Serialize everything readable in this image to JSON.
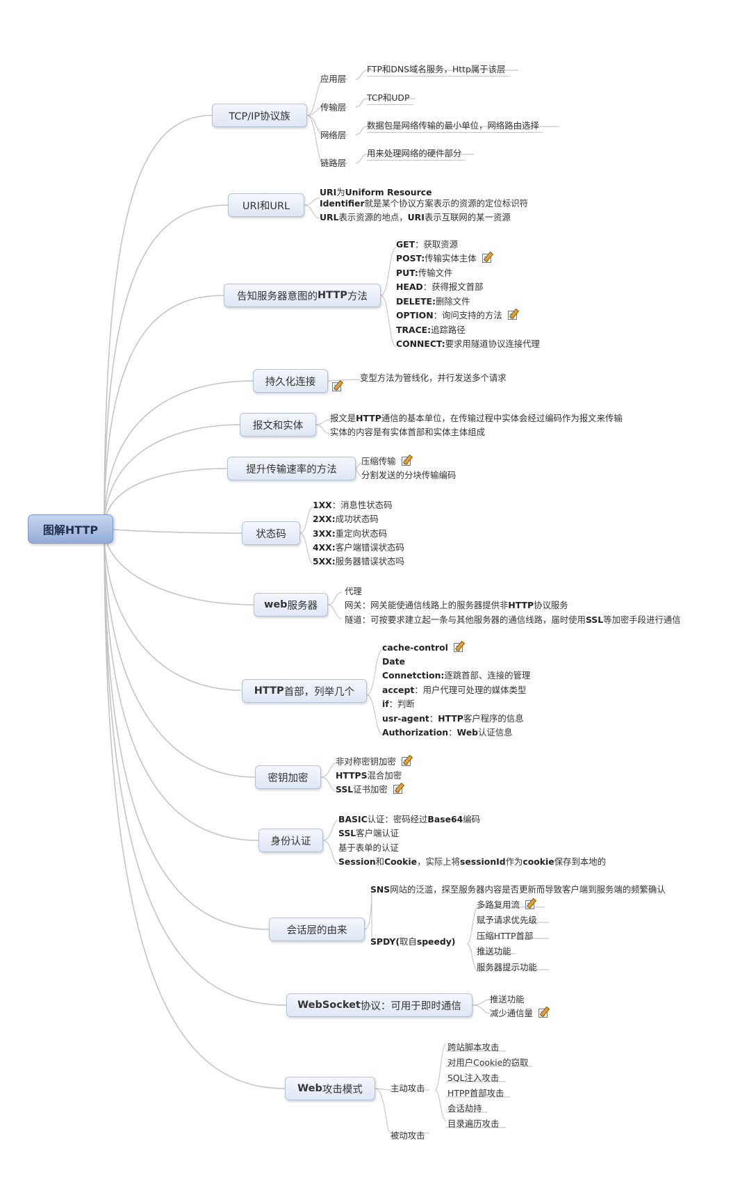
{
  "root": "图解HTTP",
  "t0": {
    "label": "TCP/IP协议族",
    "c1": "应用层",
    "c1d": "FTP和DNS域名服务，Http属于该层",
    "c2": "传输层",
    "c2d": "TCP和UDP",
    "c3": "网络层",
    "c3d": "数据包是网络传输的最小单位，网络路由选择",
    "c4": "链路层",
    "c4d": "用来处理网络的硬件部分"
  },
  "t1": {
    "label": "URI和URL",
    "l1a": "URI",
    "l1b": "为",
    "l1c": "Uniform Resource",
    "l2a": "Identifier",
    "l2b": "就是某个协议方案表示的资源的定位标识符",
    "l3a": "URL",
    "l3b": "表示资源的地点，",
    "l3c": "URI",
    "l3d": "表示互联网的某一资源"
  },
  "t2": {
    "label": "告知服务器意图的",
    "label_b": "HTTP",
    "label_c": "方法",
    "items": [
      {
        "k": "GET",
        "v": "：获取资源"
      },
      {
        "k": "POST:",
        "v": "传输实体主体"
      },
      {
        "k": "PUT:",
        "v": "传输文件"
      },
      {
        "k": "HEAD",
        "v": "：获得报文首部"
      },
      {
        "k": "DELETE:",
        "v": "删除文件"
      },
      {
        "k": "OPTION",
        "v": "：询问支持的方法"
      },
      {
        "k": "TRACE:",
        "v": "追踪路径"
      },
      {
        "k": "CONNECT:",
        "v": "要求用隧道协议连接代理"
      }
    ]
  },
  "t3": {
    "label": "持久化连接",
    "d": "变型方法为管线化，并行发送多个请求"
  },
  "t4": {
    "label": "报文和实体",
    "l1a": "报文是",
    "l1b": "HTTP",
    "l1c": "通信的基本单位，在传输过程中实体会经过编码作为报文来传输",
    "l2": "实体的内容是有实体首部和实体主体组成"
  },
  "t5": {
    "label": "提升传输速率的方法",
    "l1": "压缩传输",
    "l2": "分割发送的分块传输编码"
  },
  "t6": {
    "label": "状态码",
    "items": [
      {
        "k": "1XX",
        "v": "：消息性状态码"
      },
      {
        "k": "2XX:",
        "v": "成功状态码"
      },
      {
        "k": "3XX:",
        "v": "重定向状态码"
      },
      {
        "k": "4XX:",
        "v": "客户端错误状态码"
      },
      {
        "k": "5XX:",
        "v": "服务器错误状态吗"
      }
    ]
  },
  "t7": {
    "label_a": "web",
    "label_b": "服务器",
    "l1": "代理",
    "l2a": "网关：网关能使通信线路上的服务器提供非",
    "l2b": "HTTP",
    "l2c": "协议服务",
    "l3a": "隧道：可按要求建立起一条与其他服务器的通信线路，届时使用",
    "l3b": "SSL",
    "l3c": "等加密手段进行通信"
  },
  "t8": {
    "label_a": "HTTP",
    "label_b": "首部，列举几个",
    "items": [
      {
        "k": "cache-control",
        "v": ""
      },
      {
        "k": "Date",
        "v": ""
      },
      {
        "k": "Connetction:",
        "v": "逐跳首部、连接的管理"
      },
      {
        "k": "accept",
        "v": "：用户代理可处理的媒体类型"
      },
      {
        "k": "if",
        "v": "：判断"
      },
      {
        "k": "usr-agent",
        "v": "："
      },
      {
        "k": "Authorization",
        "v": "："
      }
    ],
    "ua_b": "HTTP",
    "ua_c": "客户程序的信息",
    "au_b": "Web",
    "au_c": "认证信息"
  },
  "t9": {
    "label": "密钥加密",
    "l1": "非对称密钥加密",
    "l2a": "HTTPS",
    "l2b": "混合加密",
    "l3a": "SSL",
    "l3b": "证书加密"
  },
  "t10": {
    "label": "身份认证",
    "l1a": "BASIC",
    "l1b": "认证：密码经过",
    "l1c": "Base64",
    "l1d": "编码",
    "l2a": "SSL",
    "l2b": "客户端认证",
    "l3": "基于表单的认证",
    "l4a": "Session",
    "l4b": "和",
    "l4c": "Cookie",
    "l4d": "，实际上将",
    "l4e": "sessionId",
    "l4f": "作为",
    "l4g": "cookie",
    "l4h": "保存到本地的"
  },
  "t11": {
    "label": "会话层的由来",
    "l1a": "SNS",
    "l1b": "网站的泛滥，探至服务器内容是否更新而导致客户端到服务端的频繁确认",
    "l2a": "SPDY(",
    "l2b": "取自",
    "l2c": "speedy)",
    "sub": [
      "多路复用流",
      "赋予请求优先级",
      "压缩HTTP首部",
      "推送功能",
      "服务器提示功能"
    ]
  },
  "t12": {
    "label_a": "WebSocket",
    "label_b": "协议：可用于即时通信",
    "l1": "推送功能",
    "l2": "减少通信量"
  },
  "t13": {
    "label_a": "Web",
    "label_b": "攻击模式",
    "active": "主动攻击",
    "passive": "被动攻击",
    "sub": [
      "跨站脚本攻击",
      "对用户Cookie的窃取",
      "SQL注入攻击",
      "HTPP首部攻击",
      "会话劫持",
      "目录遍历攻击"
    ]
  }
}
